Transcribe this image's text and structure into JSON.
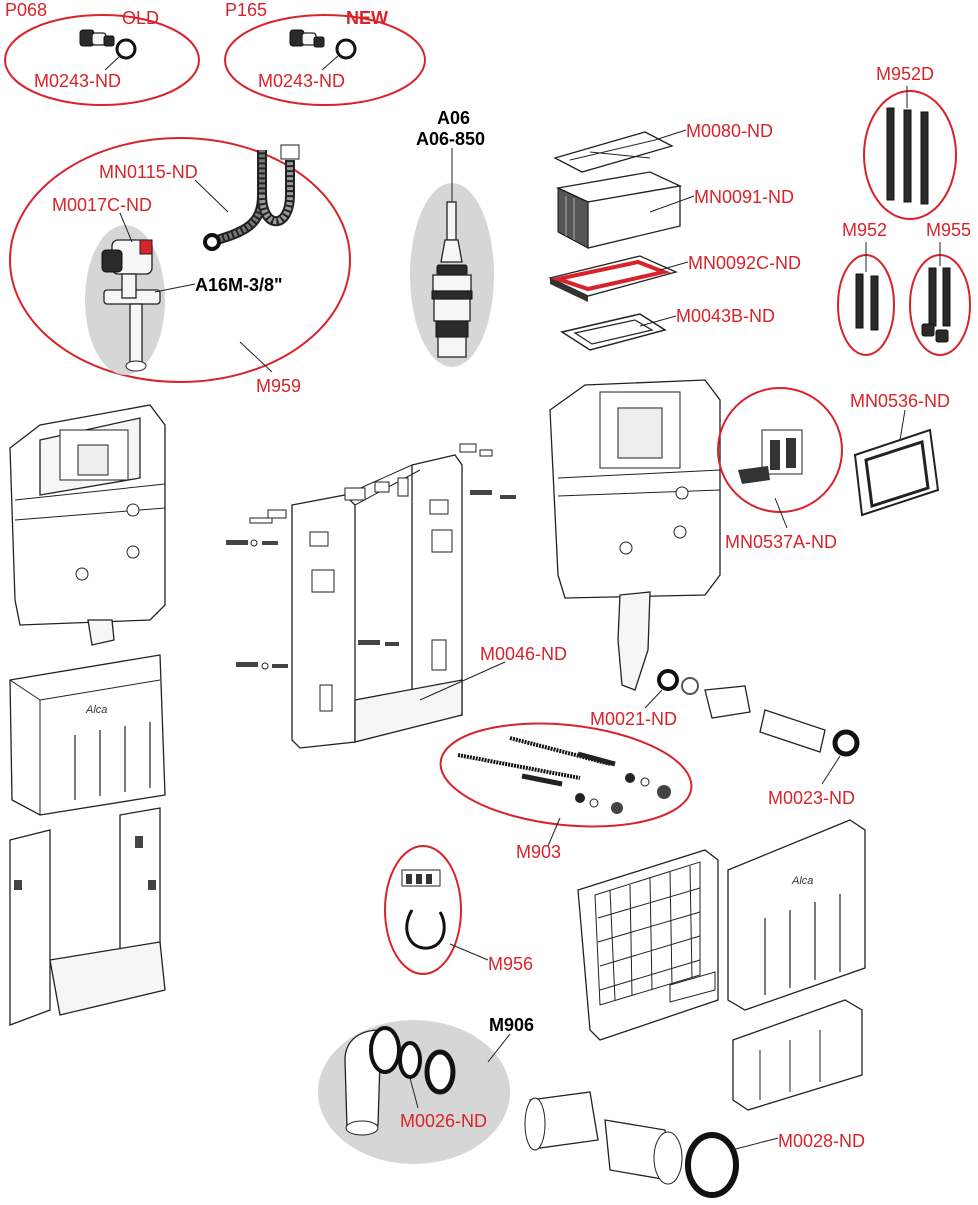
{
  "labels": {
    "p068": "P068",
    "old": "OLD",
    "m0243_a": "M0243-ND",
    "p165": "P165",
    "new": "NEW",
    "m0243_b": "M0243-ND",
    "a06": "A06",
    "a06_850": "A06-850",
    "m0080": "M0080-ND",
    "mn0091": "MN0091-ND",
    "mn0092c": "MN0092C-ND",
    "m0043b": "M0043B-ND",
    "m952d": "M952D",
    "m952": "M952",
    "m955": "M955",
    "mn0115": "MN0115-ND",
    "m0017c": "M0017C-ND",
    "a16m": "A16M-3/8\"",
    "m959": "M959",
    "mn0536": "MN0536-ND",
    "mn0537a": "MN0537A-ND",
    "m0046": "M0046-ND",
    "m0021": "M0021-ND",
    "m0023": "M0023-ND",
    "m903": "M903",
    "m956": "M956",
    "m906": "M906",
    "m0026": "M0026-ND",
    "m0028": "M0028-ND"
  },
  "logos": {
    "alca": "Alca"
  },
  "colors": {
    "callout_red": "#d8232a",
    "highlight_grey": "#d6d6d6",
    "line": "#222222"
  }
}
